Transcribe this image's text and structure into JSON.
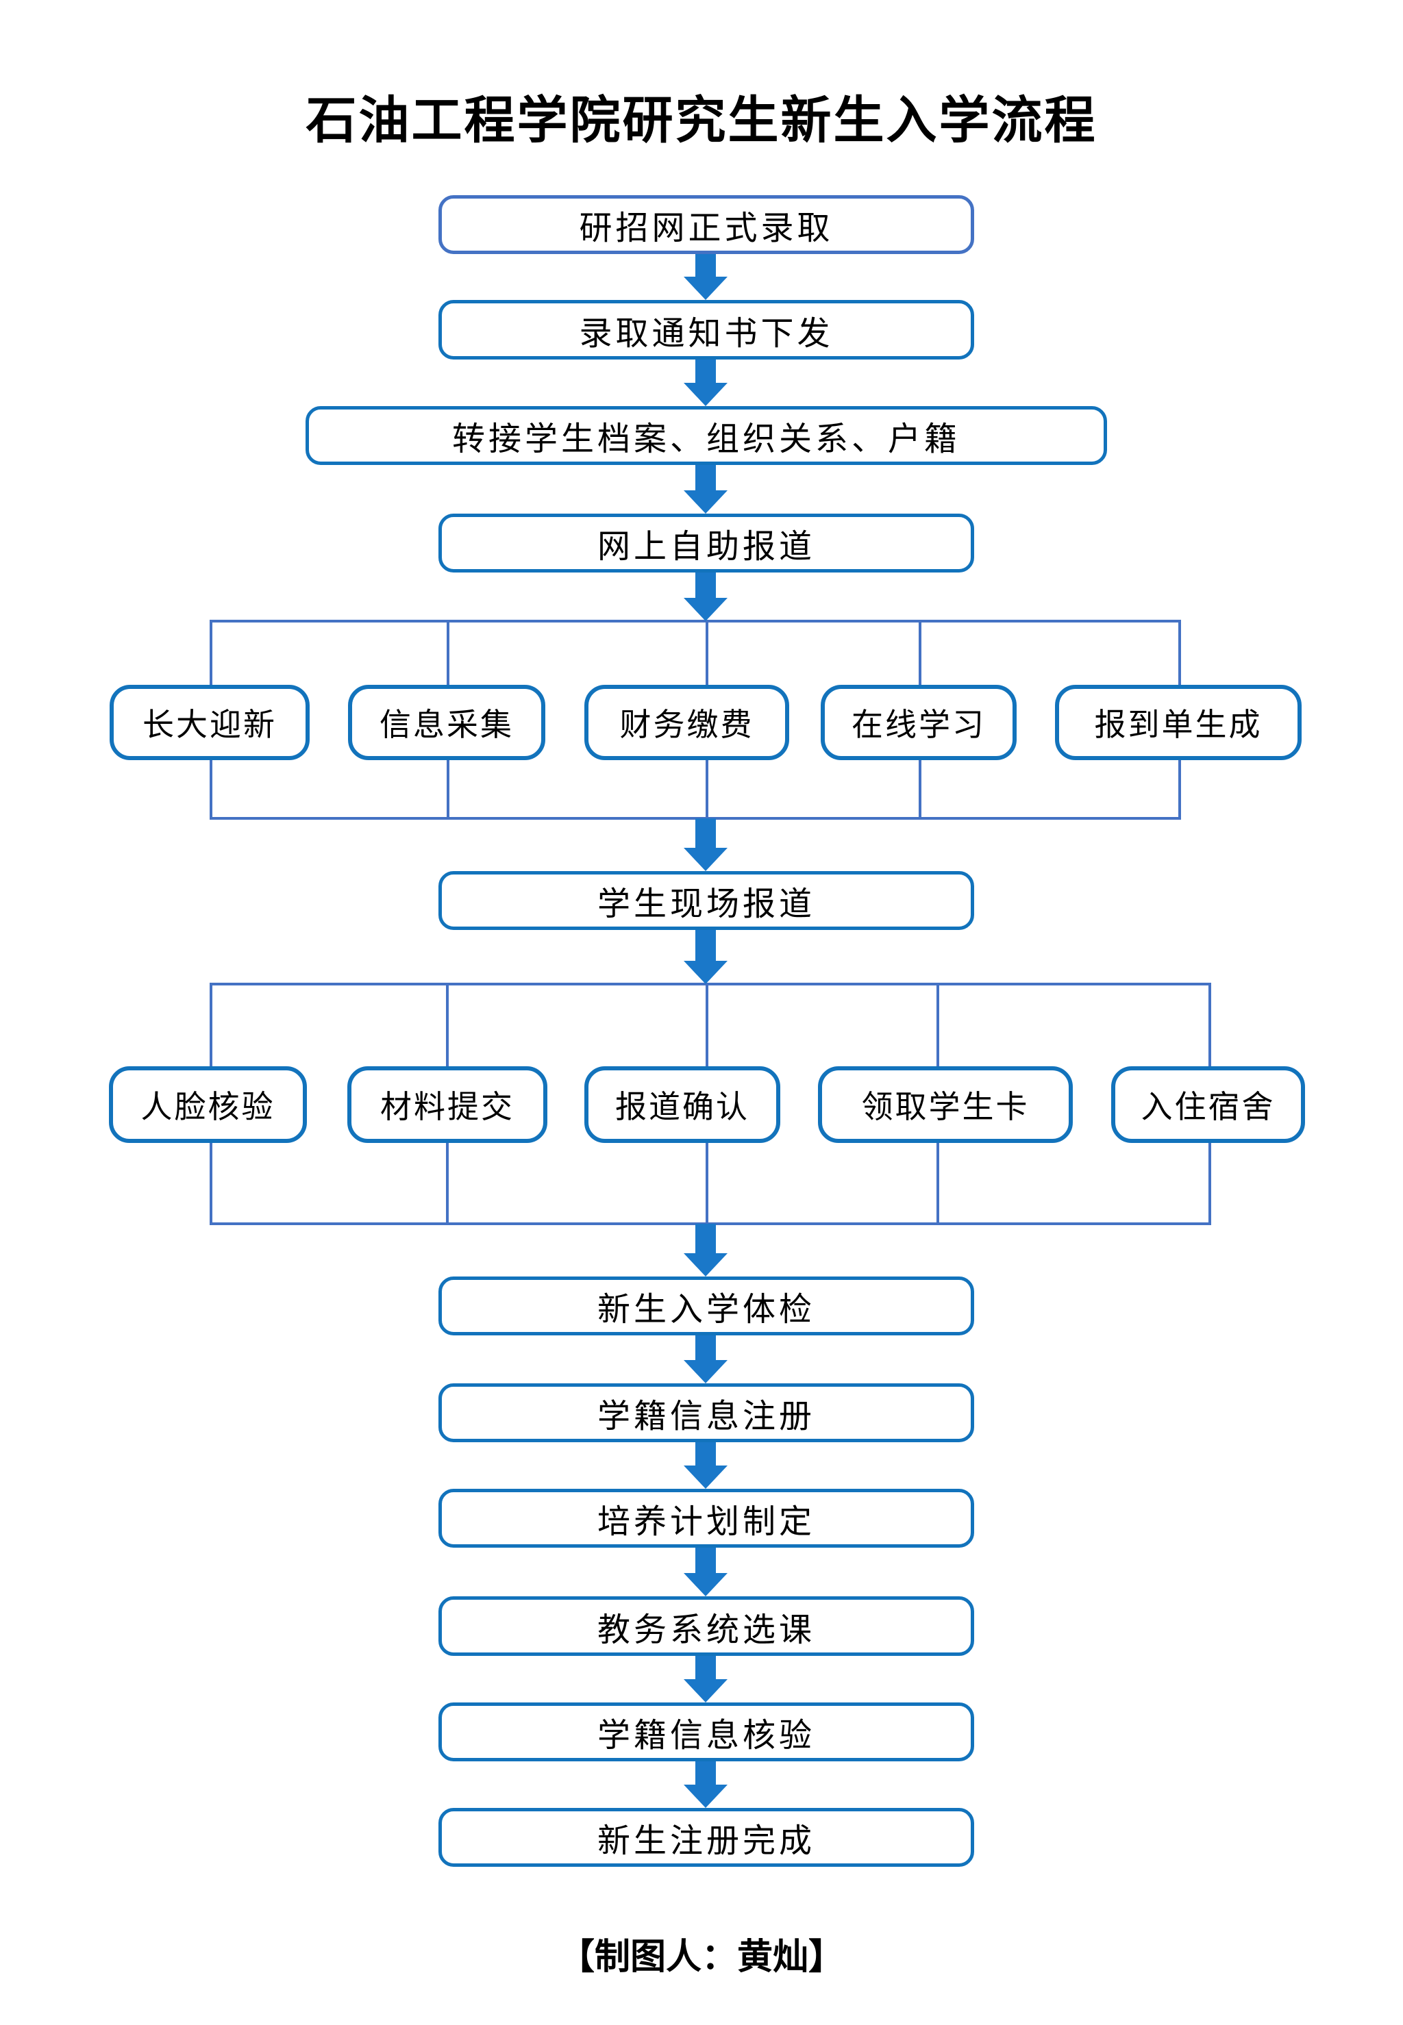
{
  "title": "石油工程学院研究生新生入学流程",
  "credit": "【制图人：黄灿】",
  "steps": {
    "s1": "研招网正式录取",
    "s2": "录取通知书下发",
    "s3": "转接学生档案、组织关系、户籍",
    "s4": "网上自助报道",
    "s5": "学生现场报道",
    "s6": "新生入学体检",
    "s7": "学籍信息注册",
    "s8": "培养计划制定",
    "s9": "教务系统选课",
    "s10": "学籍信息核验",
    "s11": "新生注册完成"
  },
  "branch1": [
    "长大迎新",
    "信息采集",
    "财务缴费",
    "在线学习",
    "报到单生成"
  ],
  "branch2": [
    "人脸核验",
    "材料提交",
    "报道确认",
    "领取学生卡",
    "入住宿舍"
  ],
  "colors": {
    "background": "#ffffff",
    "text": "#000000",
    "first_box_border": "#4472c4",
    "box_border": "#1273bc",
    "connector": "#4472c4",
    "arrow": "#1a78c9"
  }
}
